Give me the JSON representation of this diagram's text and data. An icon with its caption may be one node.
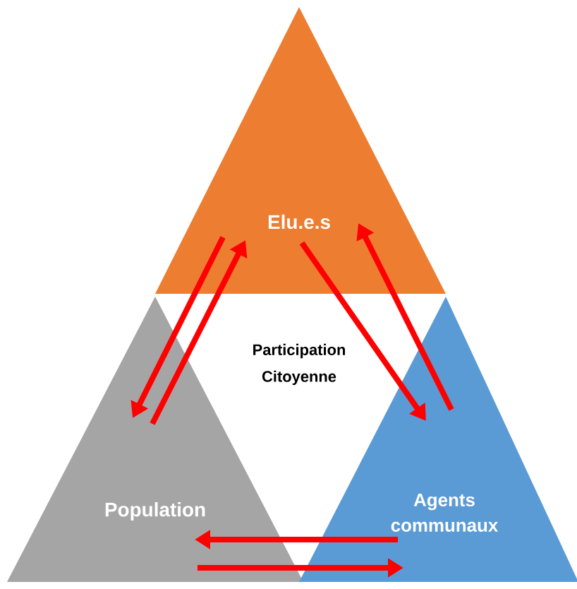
{
  "diagram": {
    "nodes": [
      {
        "text": [
          "Elu.e.s"
        ]
      },
      {
        "text": [
          "Population"
        ]
      },
      {
        "text": [
          "Agents communaux"
        ]
      }
    ],
    "edges": [
      {
        "from": 0,
        "to": 1,
        "arrow": "to"
      },
      {
        "from": 1,
        "to": 0,
        "arrow": "to"
      },
      {
        "from": 0,
        "to": 2,
        "arrow": "to"
      },
      {
        "from": 2,
        "to": 0,
        "arrow": "to"
      },
      {
        "from": 2,
        "to": 1,
        "arrow": "to"
      },
      {
        "from": 1,
        "to": 2,
        "arrow": "to"
      }
    ],
    "labels": [
      "Participation Citoyenne"
    ]
  }
}
